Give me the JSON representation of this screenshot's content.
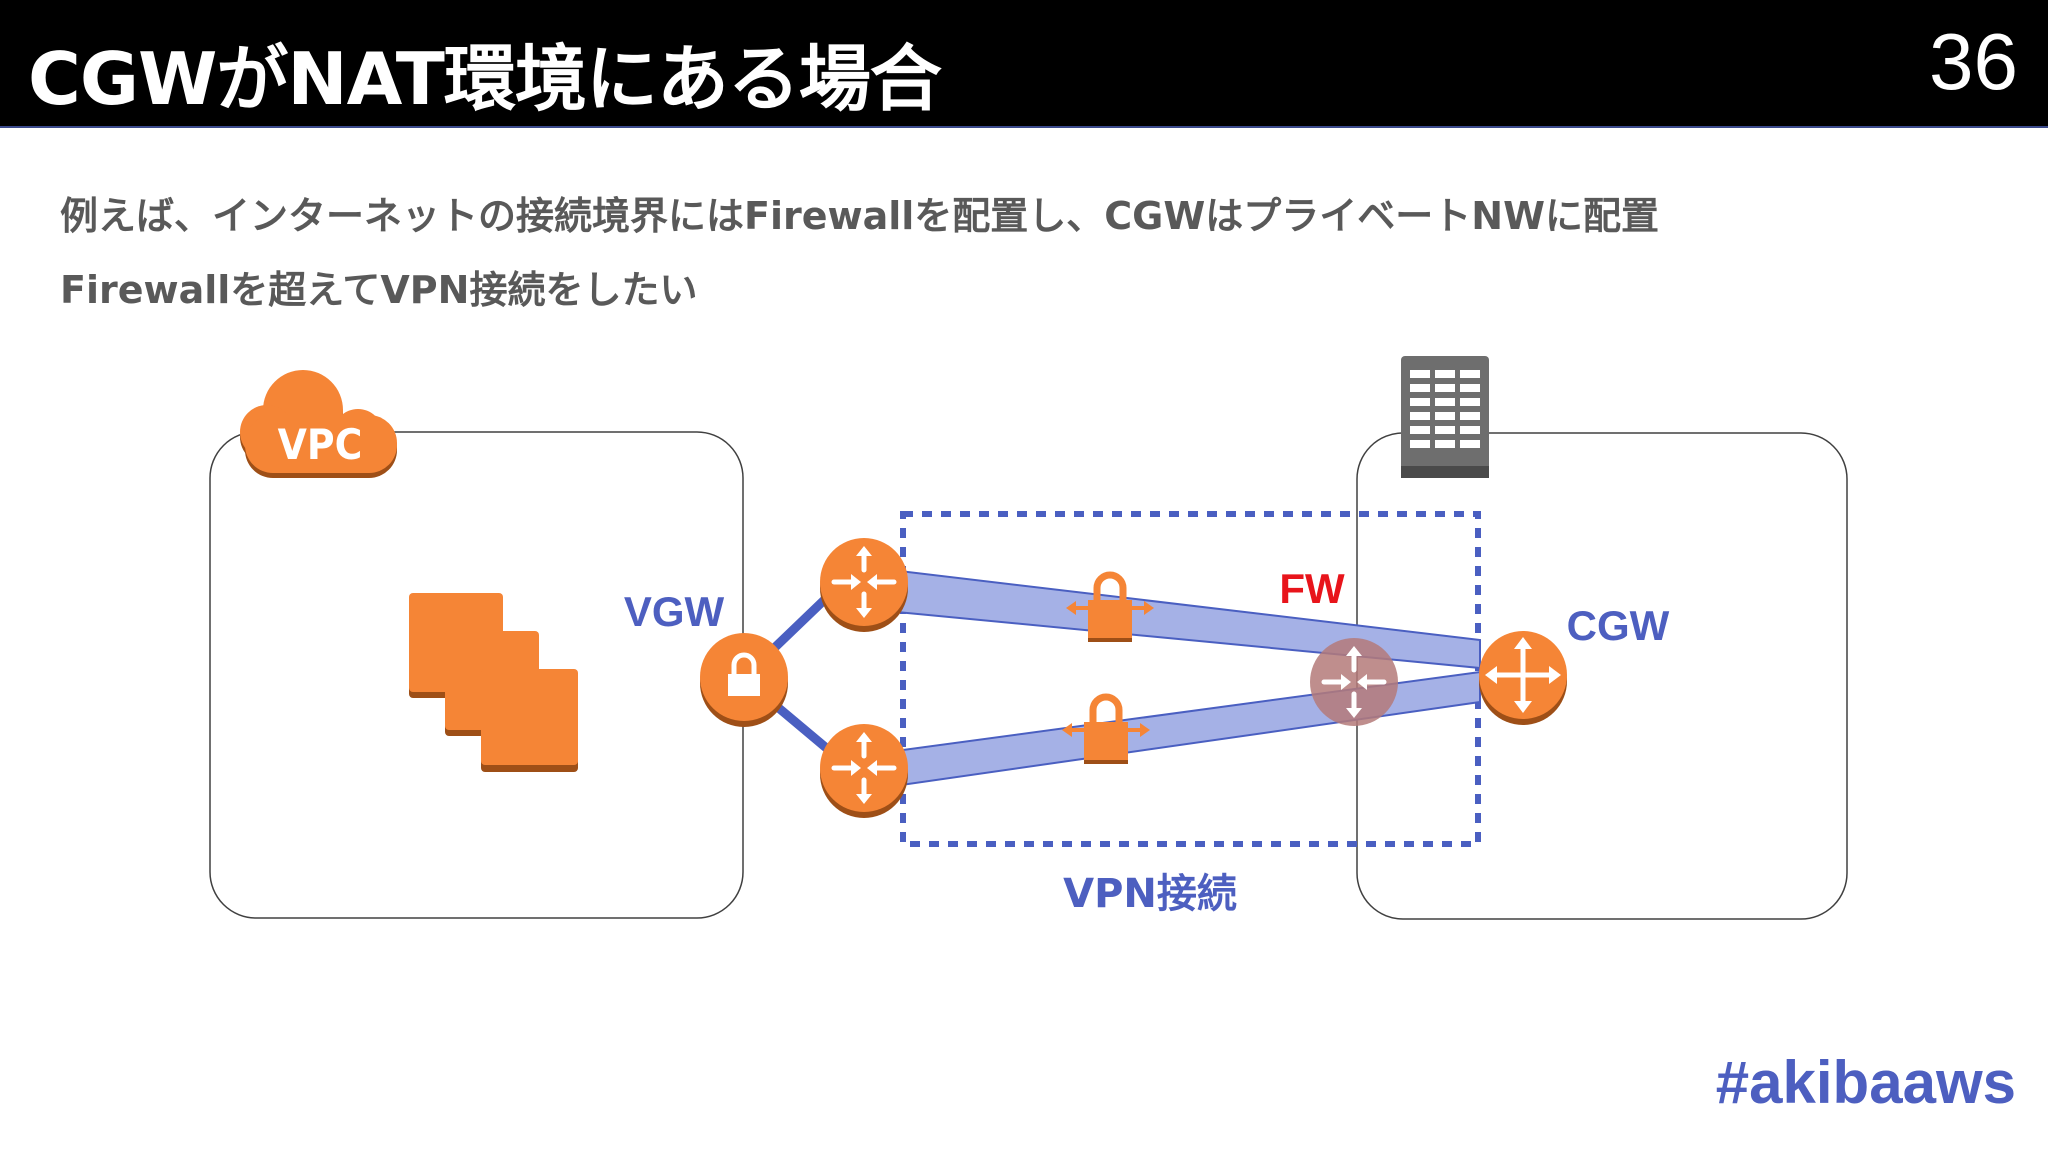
{
  "header": {
    "title": "CGWがNAT環境にある場合",
    "page_number": "36"
  },
  "body": {
    "line1": "例えば、インターネットの接続境界にはFirewallを配置し、CGWはプライベートNWに配置",
    "line2": "Firewallを超えてVPN接続をしたい"
  },
  "diagram": {
    "vpc_label": "VPC",
    "vgw_label": "VGW",
    "cgw_label": "CGW",
    "fw_label": "FW",
    "vpn_label": "VPN接続"
  },
  "footer": {
    "hashtag": "#akibaaws"
  },
  "colors": {
    "aws_orange": "#f58536",
    "aws_orange_dark": "#9e4f17",
    "label_blue": "#4d5fc0",
    "fw_red": "#e8141b",
    "tunnel": "#a5b1e6"
  }
}
